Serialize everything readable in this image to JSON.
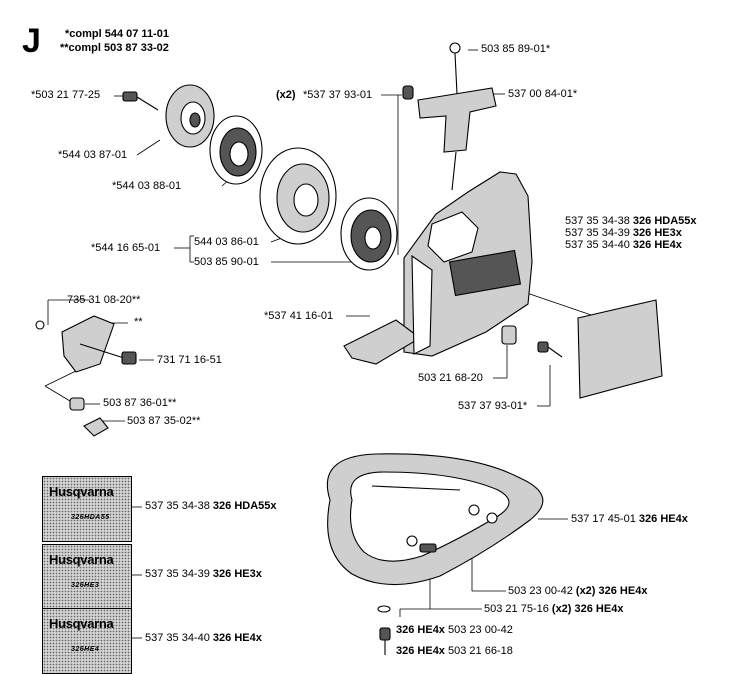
{
  "section": {
    "letter": "J",
    "compl1": "*compl 544 07 11-01",
    "compl2": "**compl 503 87 33-02"
  },
  "labels": {
    "l1": "*503 21 77-25",
    "l2": "*544 03 87-01",
    "l3": "*544 03 88-01",
    "l4": "*544 16 65-01",
    "l5": "544 03 86-01",
    "l6": "503 85 90-01",
    "l7": "(x2)",
    "l8": "*537 37 93-01",
    "l9": "503 85 89-01*",
    "l10": "537 00 84-01*",
    "l11": "*537 41 16-01",
    "l12": "503 21 68-20",
    "l13": "537 37 93-01*",
    "l14": "735 31 08-20**",
    "l15": "**",
    "l16": "731 71 16-51",
    "l17": "503 87 36-01**",
    "l18": "503 87 35-02**",
    "decal_a_num": "537 35 34-38",
    "decal_a_model": "326 HDA55x",
    "decal_b_num": "537 35 34-39",
    "decal_b_model": "326 HE3x",
    "decal_c_num": "537 35 34-40",
    "decal_c_model": "326 HE4x",
    "l19": "537 17 45-01",
    "l19m": "326 HE4x",
    "l20": "503 23 00-42",
    "l20x": "(x2) 326 HE4x",
    "l21": "503 21 75-16",
    "l21x": "(x2) 326 HE4x",
    "l22m": "326 HE4x",
    "l22": "503 23 00-42",
    "l23m": "326 HE4x",
    "l23": "503 21 66-18"
  },
  "decals": {
    "brand": "Husqvarna",
    "a": "326HDA55",
    "b": "326HE3",
    "c": "326HE4"
  }
}
